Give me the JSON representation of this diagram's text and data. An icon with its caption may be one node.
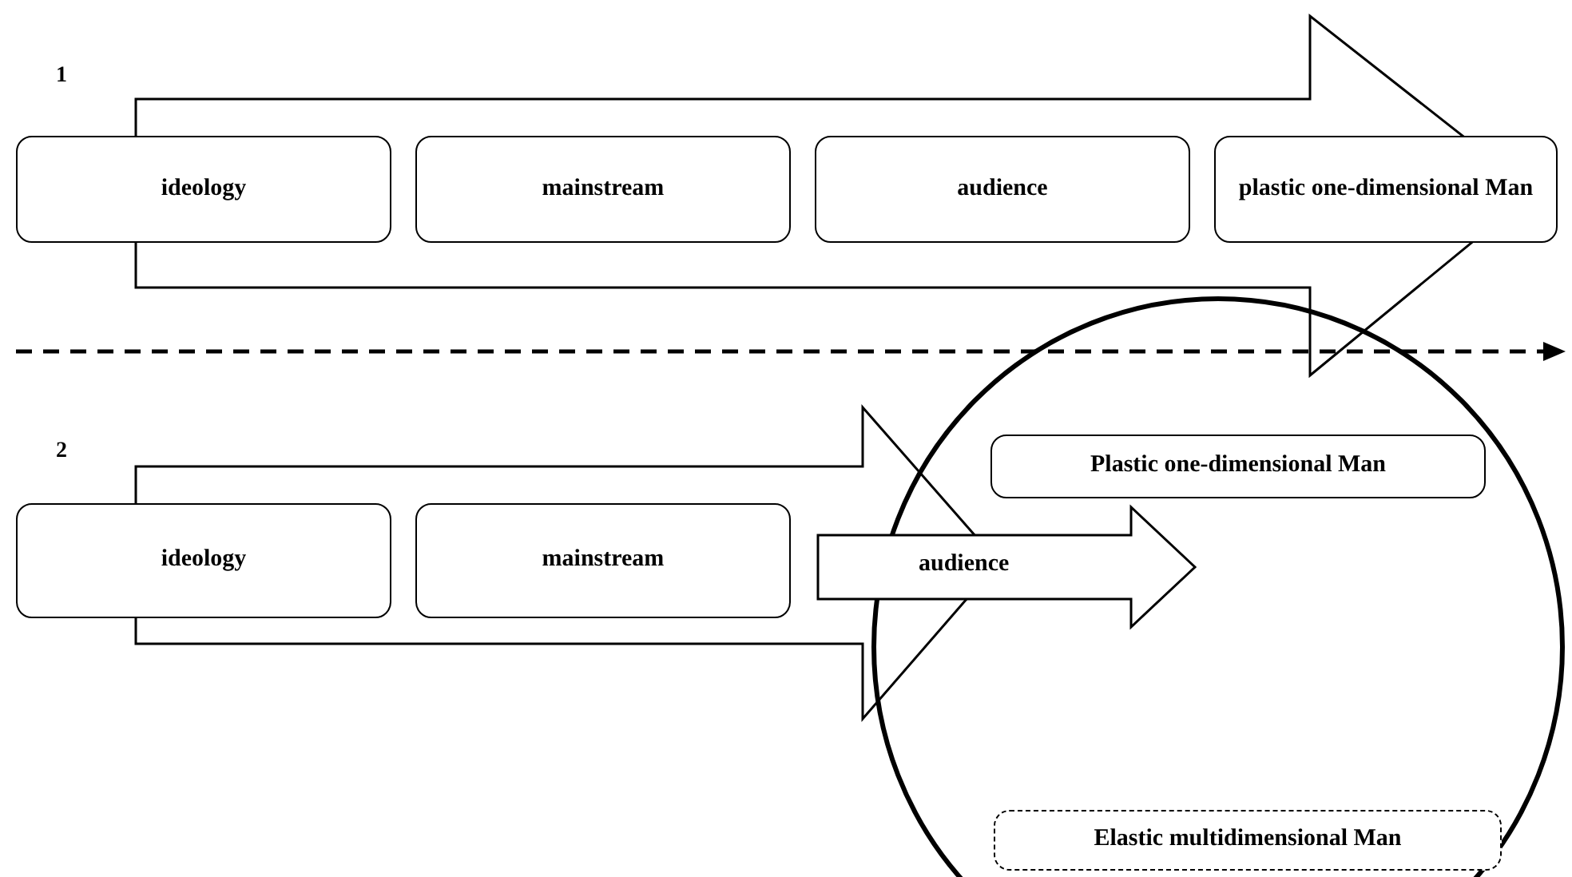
{
  "diagram": {
    "nodes": [
      {
        "text": [],
        "shape": "arrow"
      },
      {
        "text": [
          "ideology"
        ]
      },
      {
        "text": [
          "mainstream"
        ],
        "in": 0
      },
      {
        "text": [
          "audience"
        ],
        "in": 0
      },
      {
        "text": [
          "plastic one-dimensional Man"
        ]
      },
      {
        "text": [],
        "shape": "arrow"
      },
      {
        "text": [
          "ideology"
        ]
      },
      {
        "text": [
          "mainstream"
        ],
        "in": 5
      },
      {
        "text": [],
        "shape": "circle"
      },
      {
        "text": [
          "Plastic one-dimensional Man"
        ],
        "in": 8
      },
      {
        "text": [
          "Elastic multidimensional Man"
        ],
        "in": 8
      }
    ],
    "edges": [
      {
        "from": 7,
        "to": 8,
        "arrow": "to",
        "label": "audience",
        "style": "thick"
      }
    ],
    "labels": [
      "1",
      "2"
    ]
  }
}
